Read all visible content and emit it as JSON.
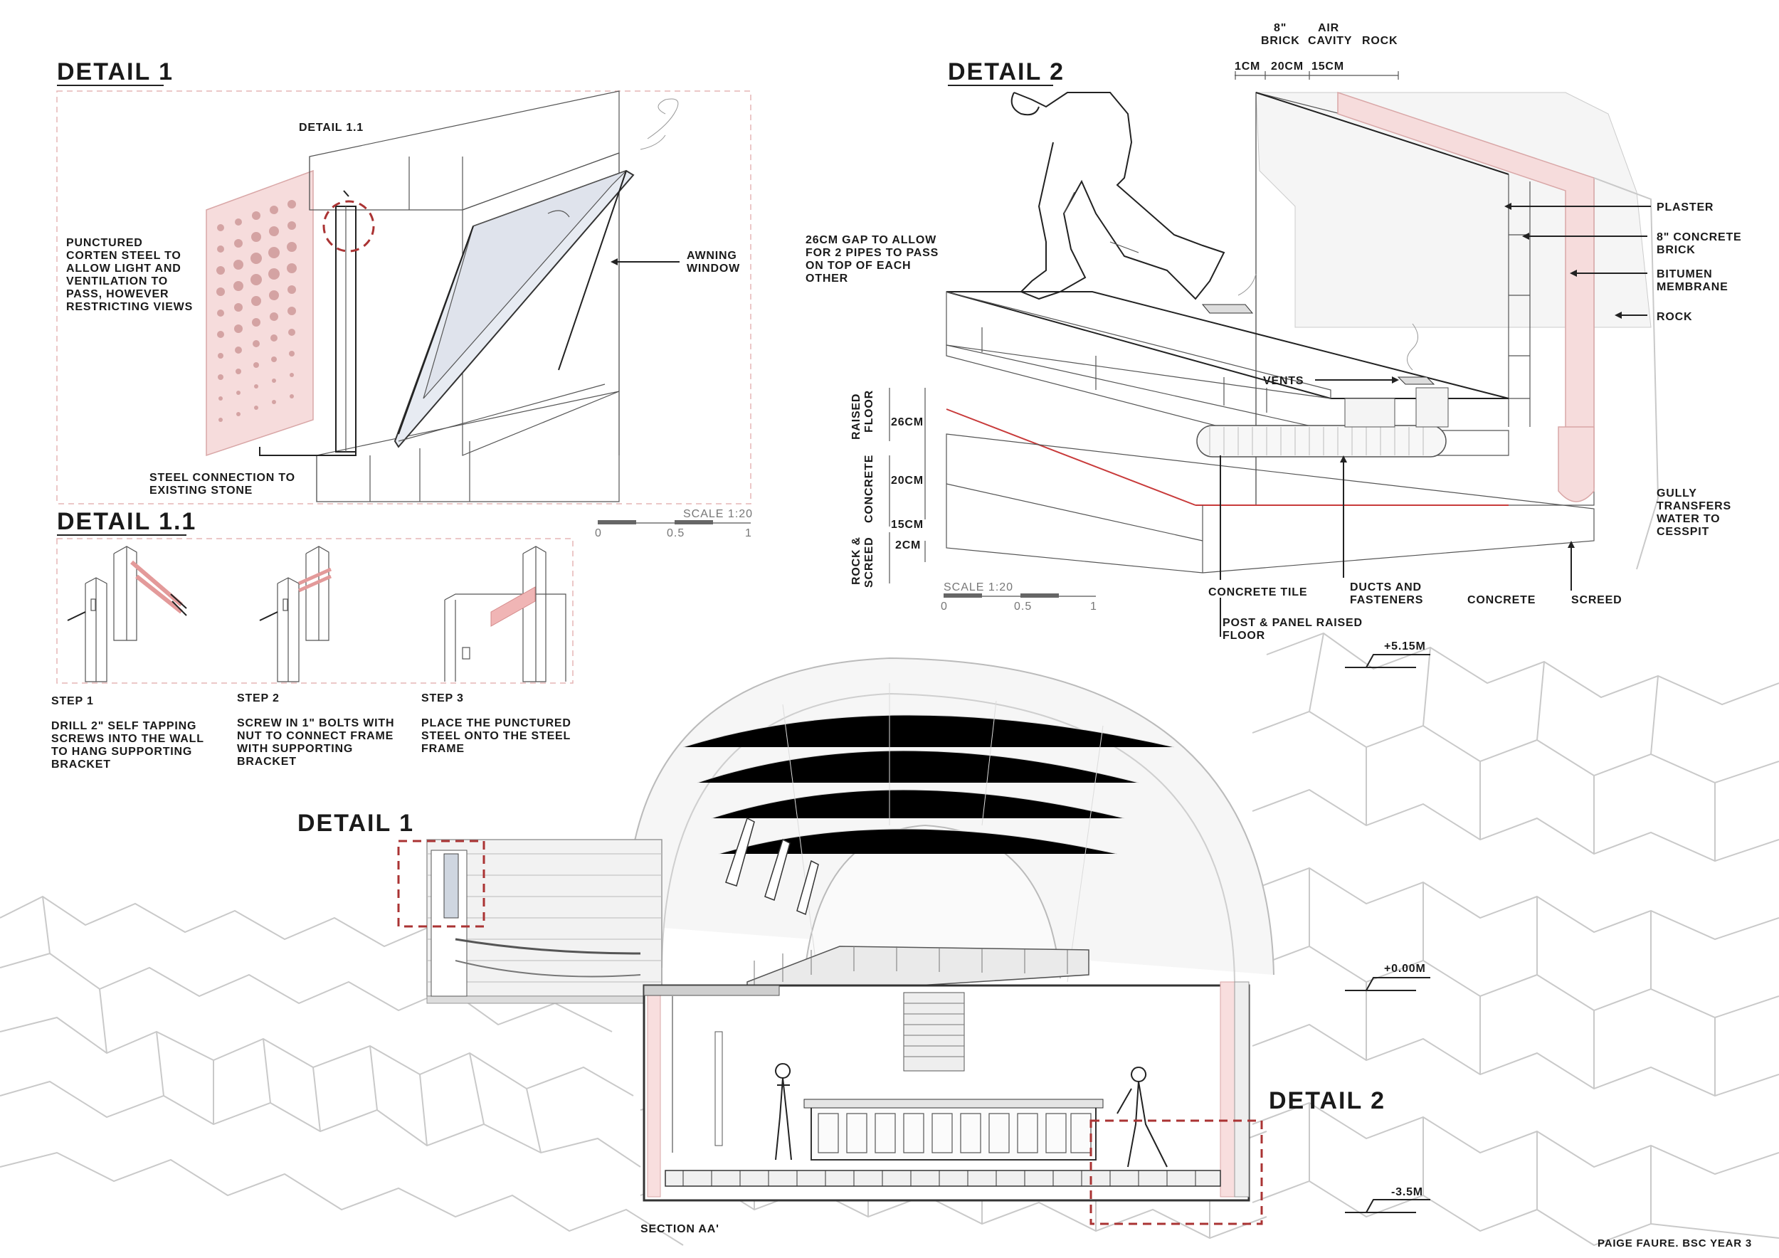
{
  "detail1": {
    "title": "DETAIL 1",
    "sublabel": "DETAIL 1.1",
    "notes": {
      "punctured_steel": [
        "PUNCTURED",
        "CORTEN STEEL TO",
        "ALLOW LIGHT AND",
        "VENTILATION TO",
        "PASS, HOWEVER",
        "RESTRICTING VIEWS"
      ],
      "awning_window": [
        "AWNING",
        "WINDOW"
      ],
      "steel_connection": [
        "STEEL CONNECTION TO",
        "EXISTING STONE"
      ]
    },
    "scale": {
      "label": "SCALE 1:20",
      "ticks": [
        "0",
        "0.5",
        "1"
      ]
    }
  },
  "detail11": {
    "title": "DETAIL 1.1",
    "steps": [
      {
        "title": "STEP 1",
        "text": [
          "DRILL 2\" SELF TAPPING",
          "SCREWS INTO THE WALL",
          "TO HANG SUPPORTING",
          "BRACKET"
        ]
      },
      {
        "title": "STEP 2",
        "text": [
          "SCREW IN 1\" BOLTS WITH",
          "NUT TO CONNECT FRAME",
          "WITH SUPPORTING",
          "BRACKET"
        ]
      },
      {
        "title": "STEP 3",
        "text": [
          "PLACE THE PUNCTURED",
          "STEEL ONTO THE STEEL",
          "FRAME"
        ]
      }
    ]
  },
  "detail2": {
    "title": "DETAIL 2",
    "top_labels": {
      "brick": [
        "8\"",
        "BRICK"
      ],
      "air": [
        "AIR",
        "CAVITY"
      ],
      "rock": "ROCK"
    },
    "top_dims": [
      "1CM",
      "20CM",
      "15CM"
    ],
    "gap_note": [
      "26CM GAP TO ALLOW",
      "FOR 2 PIPES TO PASS",
      "ON TOP OF EACH",
      "OTHER"
    ],
    "right_labels": {
      "plaster": "PLASTER",
      "brick": [
        "8\" CONCRETE",
        "BRICK"
      ],
      "bitumen": [
        "BITUMEN",
        "MEMBRANE"
      ],
      "rock": "ROCK",
      "gully": [
        "GULLY",
        "TRANSFERS",
        "WATER TO",
        "CESSPIT"
      ]
    },
    "vents": "VENTS",
    "layers": {
      "raised_floor": [
        "RAISED",
        "FLOOR"
      ],
      "concrete": "CONCRETE",
      "rock_screed": [
        "ROCK &",
        "SCREED"
      ]
    },
    "dims": [
      "26CM",
      "20CM",
      "15CM",
      "2CM"
    ],
    "bottom_labels": {
      "tile": "CONCRETE TILE",
      "ducts": [
        "DUCTS AND",
        "FASTENERS"
      ],
      "concrete": "CONCRETE",
      "screed": "SCREED",
      "post_panel": [
        "POST & PANEL RAISED",
        "FLOOR"
      ]
    },
    "scale": {
      "label": "SCALE 1:20",
      "ticks": [
        "0",
        "0.5",
        "1"
      ]
    }
  },
  "section": {
    "detail1_label": "DETAIL 1",
    "detail2_label": "DETAIL 2",
    "levels": [
      "+5.15M",
      "+0.00M",
      "-3.5M"
    ],
    "title": "SECTION AA'"
  },
  "credit": "PAIGE FAURE. BSC YEAR 3"
}
